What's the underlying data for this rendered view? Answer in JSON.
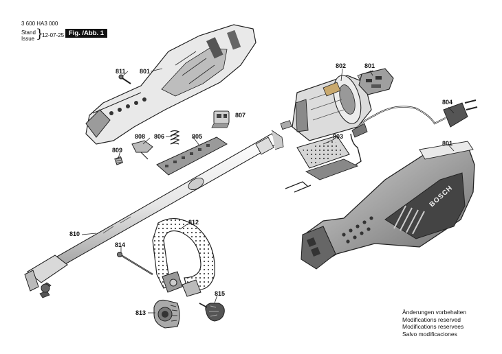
{
  "header": {
    "doc_number": "3 600 HA3 000",
    "stand_label": "Stand",
    "issue_label": "Issue",
    "date": "12-07-25",
    "figure_label": "Fig. /Abb. 1"
  },
  "notes": [
    "Änderungen vorbehalten",
    "Modifications reserved",
    "Modifications reservees",
    "Salvo modificaciones"
  ],
  "brand_text": "BOSCH",
  "part_labels": {
    "p801a": "801",
    "p801b": "801",
    "p801c": "801",
    "p802": "802",
    "p803": "803",
    "p804": "804",
    "p805": "805",
    "p806": "806",
    "p807": "807",
    "p808": "808",
    "p809": "809",
    "p810": "810",
    "p811": "811",
    "p812": "812",
    "p813": "813",
    "p814": "814",
    "p815": "815"
  }
}
